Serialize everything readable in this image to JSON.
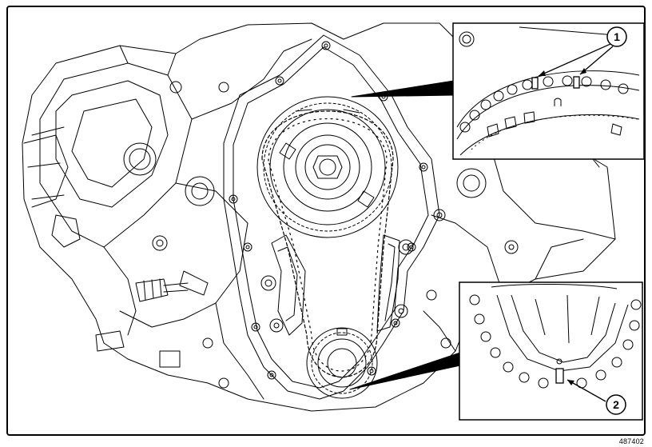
{
  "figure": {
    "number": "487402"
  },
  "callouts": [
    {
      "id": "1",
      "label": "1"
    },
    {
      "id": "2",
      "label": "2"
    }
  ],
  "colors": {
    "line": "#000000",
    "background": "#ffffff"
  }
}
